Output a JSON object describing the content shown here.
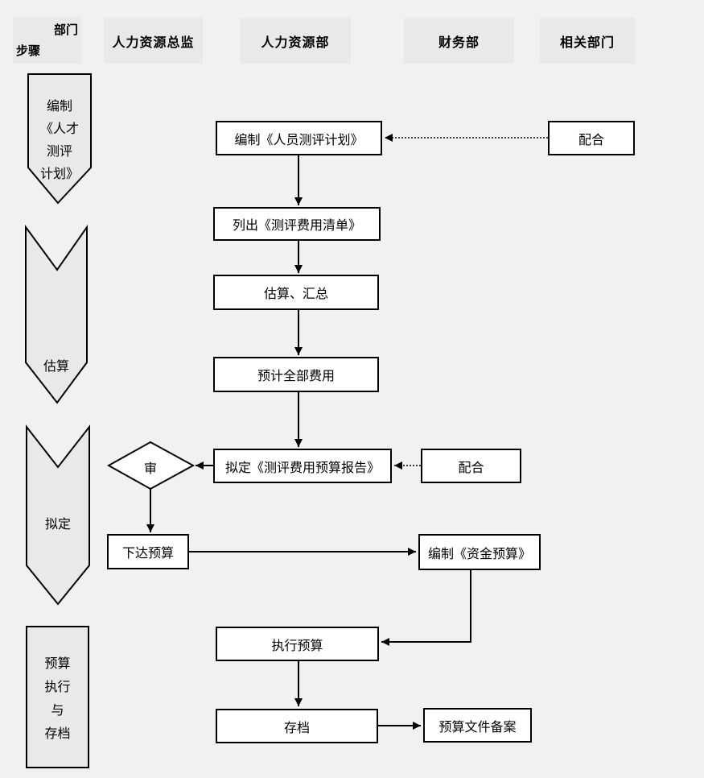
{
  "header": {
    "corner": {
      "department_label": "部门",
      "step_label": "步骤"
    },
    "columns": [
      {
        "label": "人力资源总监"
      },
      {
        "label": "人力资源部"
      },
      {
        "label": "财务部"
      },
      {
        "label": "相关部门"
      }
    ]
  },
  "steps": [
    {
      "lines": [
        "编制",
        "《人才",
        "测评",
        "计划》"
      ]
    },
    {
      "lines": [
        "估算"
      ]
    },
    {
      "lines": [
        "拟定"
      ]
    },
    {
      "lines": [
        "预算",
        "执行",
        "与",
        "存档"
      ]
    }
  ],
  "nodes": {
    "plan_label": "编制《人员测评计划》",
    "coop_top_label": "配合",
    "list_label": "列出《测评费用清单》",
    "estimate_label": "估算、汇总",
    "total_label": "预计全部费用",
    "report_label": "拟定《测评费用预算报告》",
    "coop_mid_label": "配合",
    "review_label": "审",
    "issue_label": "下达预算",
    "fund_label": "编制《资金预算》",
    "execute_label": "执行预算",
    "archive_label": "存档",
    "filing_label": "预算文件备案"
  },
  "colors": {
    "background": "#f1f1f1",
    "lane_fill": "#e9e9e9",
    "node_fill": "#ffffff",
    "line": "#000000"
  }
}
